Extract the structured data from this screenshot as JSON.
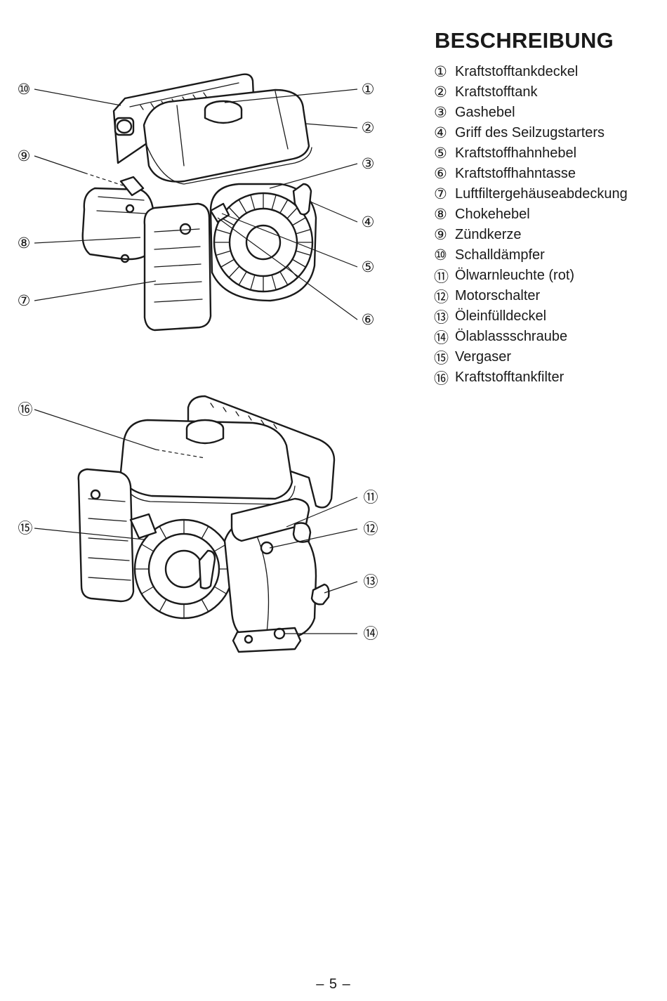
{
  "document": {
    "title": "BESCHREIBUNG",
    "page_number": "– 5 –"
  },
  "parts": [
    {
      "num": "①",
      "label": "Kraftstofftankdeckel"
    },
    {
      "num": "②",
      "label": "Kraftstofftank"
    },
    {
      "num": "③",
      "label": "Gashebel"
    },
    {
      "num": "④",
      "label": "Griff des Seilzugstarters"
    },
    {
      "num": "⑤",
      "label": "Kraftstoffhahnhebel"
    },
    {
      "num": "⑥",
      "label": "Kraftstoffhahntasse"
    },
    {
      "num": "⑦",
      "label": "Luftfiltergehäuseabdeckung"
    },
    {
      "num": "⑧",
      "label": "Chokehebel"
    },
    {
      "num": "⑨",
      "label": "Zündkerze"
    },
    {
      "num": "⑩",
      "label": "Schalldämpfer"
    },
    {
      "num": "⑪",
      "label": "Ölwarnleuchte (rot)"
    },
    {
      "num": "⑫",
      "label": "Motorschalter"
    },
    {
      "num": "⑬",
      "label": "Öleinfülldeckel"
    },
    {
      "num": "⑭",
      "label": "Ölablassschraube"
    },
    {
      "num": "⑮",
      "label": "Vergaser"
    },
    {
      "num": "⑯",
      "label": "Kraftstofftankfilter"
    }
  ],
  "figures": {
    "top": {
      "callouts": [
        "⑩",
        "⑨",
        "⑧",
        "⑦",
        "①",
        "②",
        "③",
        "④",
        "⑤",
        "⑥"
      ]
    },
    "bottom": {
      "callouts": [
        "⑯",
        "⑮",
        "⑪",
        "⑫",
        "⑬",
        "⑭"
      ]
    }
  }
}
